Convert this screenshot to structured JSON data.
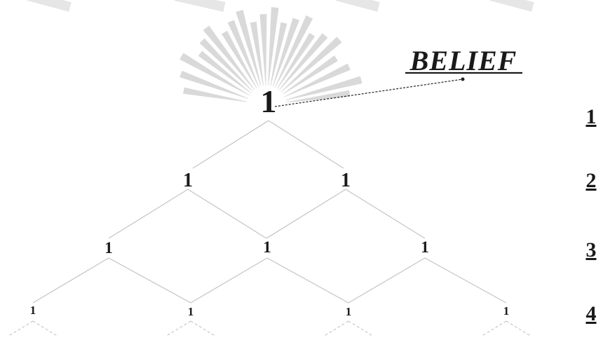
{
  "annotation": {
    "label": "BELIEF"
  },
  "triangle": {
    "rows": [
      {
        "values": [
          "1"
        ]
      },
      {
        "values": [
          "1",
          "1"
        ]
      },
      {
        "values": [
          "1",
          "1",
          "1"
        ]
      },
      {
        "values": [
          "1",
          "1",
          "1",
          "1"
        ]
      }
    ]
  },
  "row_labels": [
    "1",
    "2",
    "3",
    "4"
  ]
}
